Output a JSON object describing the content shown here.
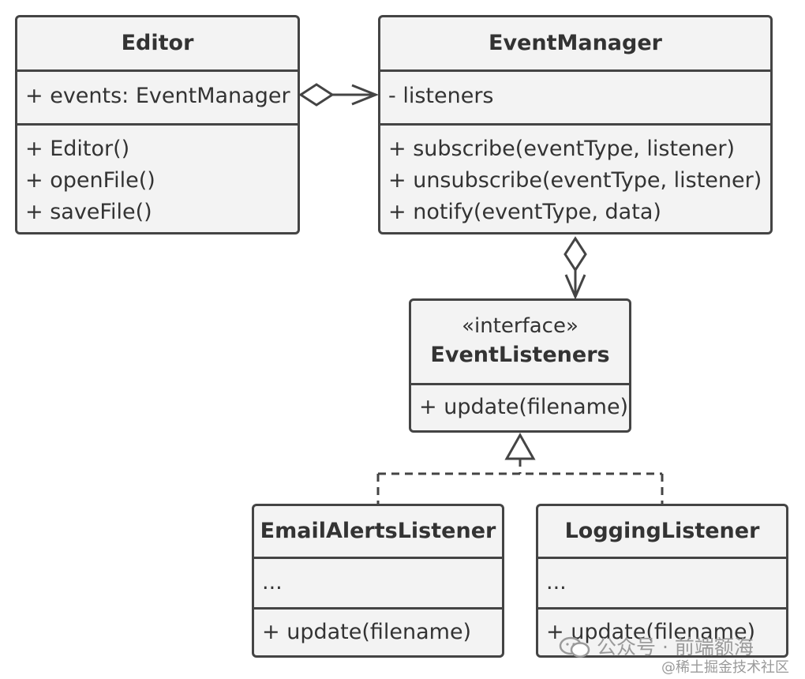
{
  "diagram": {
    "classes": {
      "editor": {
        "name": "Editor",
        "fields": [
          "+ events: EventManager"
        ],
        "methods": [
          "+ Editor()",
          "+ openFile()",
          "+ saveFile()"
        ]
      },
      "event_manager": {
        "name": "EventManager",
        "fields": [
          "- listeners"
        ],
        "methods": [
          "+ subscribe(eventType, listener)",
          "+ unsubscribe(eventType, listener)",
          "+ notify(eventType, data)"
        ]
      },
      "event_listeners": {
        "stereotype": "«interface»",
        "name": "EventListeners",
        "methods": [
          "+ update(filename)"
        ]
      },
      "email_alerts_listener": {
        "name": "EmailAlertsListener",
        "fields": [
          "..."
        ],
        "methods": [
          "+ update(filename)"
        ]
      },
      "logging_listener": {
        "name": "LoggingListener",
        "fields": [
          "..."
        ],
        "methods": [
          "+ update(filename)"
        ]
      }
    },
    "relations": [
      {
        "type": "aggregation",
        "from": "Editor",
        "to": "EventManager"
      },
      {
        "type": "aggregation",
        "from": "EventManager",
        "to": "EventListeners"
      },
      {
        "type": "realization",
        "from": "EmailAlertsListener",
        "to": "EventListeners"
      },
      {
        "type": "realization",
        "from": "LoggingListener",
        "to": "EventListeners"
      }
    ],
    "colors": {
      "border": "#444444",
      "fill": "#f3f3f3",
      "text": "#333333",
      "watermark": "#9a9a9a"
    }
  },
  "watermark": {
    "line1": "公众号 · 前端额海",
    "line2": "@稀土掘金技术社区",
    "icon": "wechat-icon"
  }
}
